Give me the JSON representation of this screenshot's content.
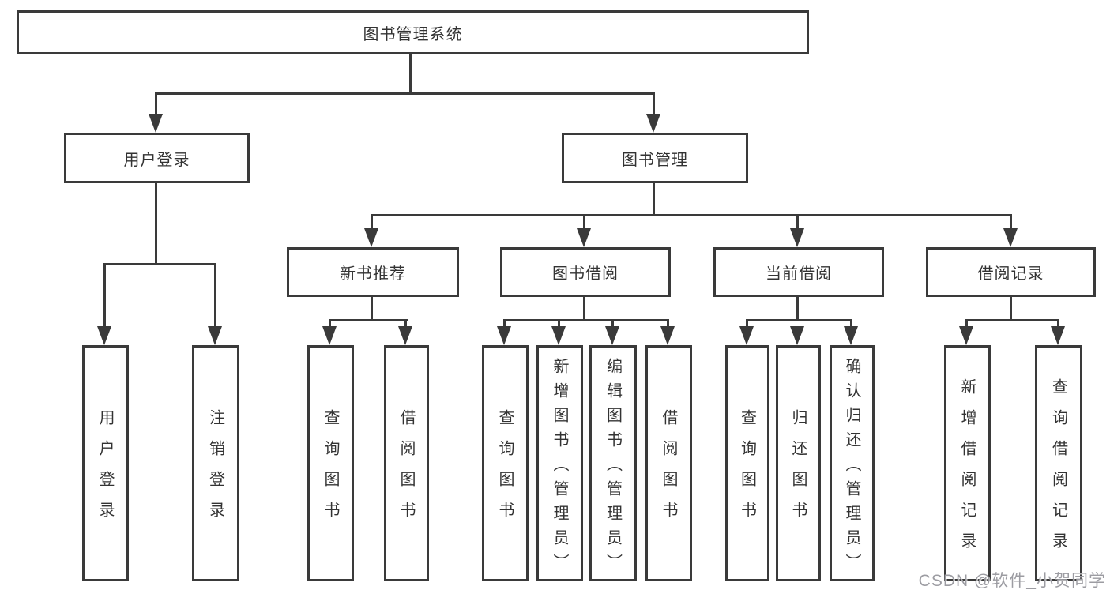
{
  "diagram_type": "hierarchy-tree",
  "colors": {
    "line": "#3a3a3a",
    "text": "#333333",
    "box_bg": "#ffffff",
    "watermark": "#9c9ca2"
  },
  "watermark": {
    "text": "CSDN @软件_小贺同学"
  },
  "tree": {
    "label": "图书管理系统",
    "children": [
      {
        "label": "用户登录",
        "children": [
          {
            "label": "用户登录"
          },
          {
            "label": "注销登录"
          }
        ]
      },
      {
        "label": "图书管理",
        "children": [
          {
            "label": "新书推荐",
            "children": [
              {
                "label": "查询图书"
              },
              {
                "label": "借阅图书"
              }
            ]
          },
          {
            "label": "图书借阅",
            "children": [
              {
                "label": "查询图书"
              },
              {
                "label": "新增图书（管理员）"
              },
              {
                "label": "编辑图书（管理员）"
              },
              {
                "label": "借阅图书"
              }
            ]
          },
          {
            "label": "当前借阅",
            "children": [
              {
                "label": "查询图书"
              },
              {
                "label": "归还图书"
              },
              {
                "label": "确认归还（管理员）"
              }
            ]
          },
          {
            "label": "借阅记录",
            "children": [
              {
                "label": "新增借阅记录"
              },
              {
                "label": "查询借阅记录"
              }
            ]
          }
        ]
      }
    ]
  }
}
